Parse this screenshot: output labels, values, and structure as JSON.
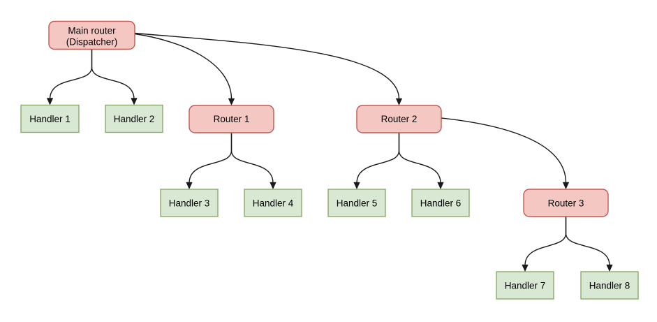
{
  "diagram": {
    "type": "flowchart",
    "nodes": {
      "main": {
        "kind": "router",
        "label_line1": "Main router",
        "label_line2": "(Dispatcher)"
      },
      "router1": {
        "kind": "router",
        "label": "Router 1"
      },
      "router2": {
        "kind": "router",
        "label": "Router 2"
      },
      "router3": {
        "kind": "router",
        "label": "Router 3"
      },
      "handler1": {
        "kind": "handler",
        "label": "Handler 1"
      },
      "handler2": {
        "kind": "handler",
        "label": "Handler 2"
      },
      "handler3": {
        "kind": "handler",
        "label": "Handler 3"
      },
      "handler4": {
        "kind": "handler",
        "label": "Handler 4"
      },
      "handler5": {
        "kind": "handler",
        "label": "Handler 5"
      },
      "handler6": {
        "kind": "handler",
        "label": "Handler 6"
      },
      "handler7": {
        "kind": "handler",
        "label": "Handler 7"
      },
      "handler8": {
        "kind": "handler",
        "label": "Handler 8"
      }
    },
    "edges": [
      {
        "from": "main",
        "to": "handler1"
      },
      {
        "from": "main",
        "to": "handler2"
      },
      {
        "from": "main",
        "to": "router1"
      },
      {
        "from": "main",
        "to": "router2"
      },
      {
        "from": "router1",
        "to": "handler3"
      },
      {
        "from": "router1",
        "to": "handler4"
      },
      {
        "from": "router2",
        "to": "handler5"
      },
      {
        "from": "router2",
        "to": "handler6"
      },
      {
        "from": "router2",
        "to": "router3"
      },
      {
        "from": "router3",
        "to": "handler7"
      },
      {
        "from": "router3",
        "to": "handler8"
      }
    ],
    "colors": {
      "router_fill": "#f4c7c3",
      "router_stroke": "#c05a52",
      "handler_fill": "#d9e8d3",
      "handler_stroke": "#89ab6b",
      "edge": "#1a1a1a",
      "text": "#000000",
      "background": "#ffffff"
    }
  }
}
